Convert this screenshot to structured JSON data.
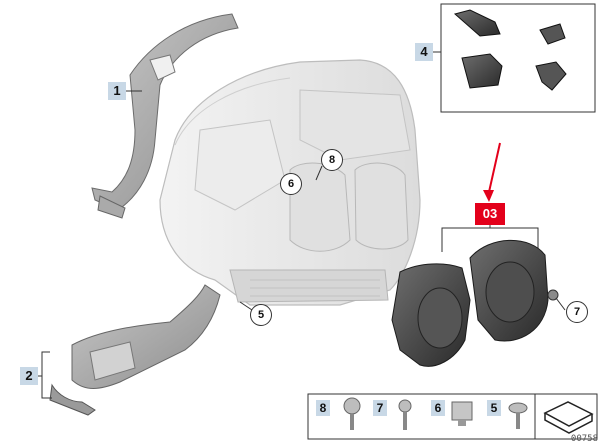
{
  "labels": {
    "one": "1",
    "two": "2",
    "four": "4",
    "five": "5",
    "six": "6",
    "seven": "7",
    "eight": "8"
  },
  "highlight": "03",
  "legend": {
    "items": [
      "8",
      "7",
      "6",
      "5"
    ]
  },
  "diagram_number": "00758"
}
